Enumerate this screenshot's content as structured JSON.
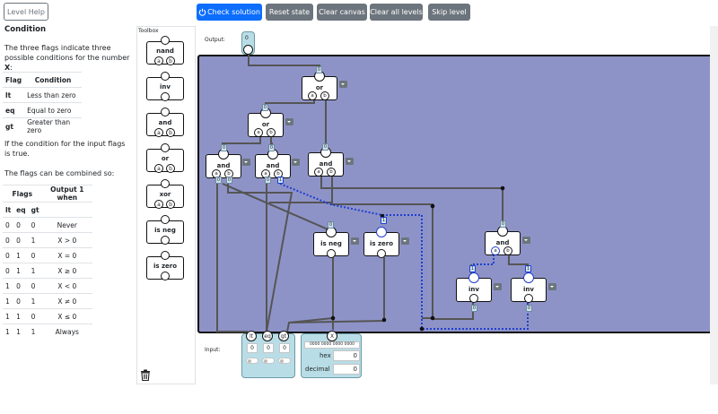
{
  "help": {
    "level_help_label": "Level Help",
    "heading": "Condition",
    "intro_part1": "The three flags indicate three possible conditions for the number ",
    "intro_var": "X",
    "intro_end": ":",
    "flag_table": {
      "headers": [
        "Flag",
        "Condition"
      ],
      "rows": [
        [
          "lt",
          "Less than zero"
        ],
        [
          "eq",
          "Equal to zero"
        ],
        [
          "gt",
          "Greater than zero"
        ]
      ]
    },
    "p2": "If the condition for the input flags is true.",
    "p3": "The flags can be combined so:",
    "combo_table": {
      "headers": [
        "Flags",
        "Output 1 when"
      ],
      "subheaders": [
        "lt",
        "eq",
        "gt"
      ],
      "rows": [
        [
          "0",
          "0",
          "0",
          "Never"
        ],
        [
          "0",
          "0",
          "1",
          "X > 0"
        ],
        [
          "0",
          "1",
          "0",
          "X = 0"
        ],
        [
          "0",
          "1",
          "1",
          "X ≥ 0"
        ],
        [
          "1",
          "0",
          "0",
          "X < 0"
        ],
        [
          "1",
          "0",
          "1",
          "X ≠ 0"
        ],
        [
          "1",
          "1",
          "0",
          "X ≤ 0"
        ],
        [
          "1",
          "1",
          "1",
          "Always"
        ]
      ]
    }
  },
  "toolbar": {
    "check_label": "Check solution",
    "reset_label": "Reset state",
    "clear_canvas_label": "Clear canvas",
    "clear_levels_label": "Clear all levels",
    "skip_label": "Skip level"
  },
  "toolbox": {
    "title": "Toolbox",
    "items": [
      {
        "label": "nand",
        "pins": [
          "a",
          "b"
        ]
      },
      {
        "label": "inv",
        "pins": []
      },
      {
        "label": "and",
        "pins": [
          "a",
          "b"
        ]
      },
      {
        "label": "or",
        "pins": [
          "a",
          "b"
        ]
      },
      {
        "label": "xor",
        "pins": [
          "a",
          "b"
        ]
      },
      {
        "label": "is neg",
        "pins": []
      },
      {
        "label": "is zero",
        "pins": []
      }
    ]
  },
  "canvas": {
    "output_label": "Output:",
    "input_label": "Input:",
    "output_value": "0",
    "gates": [
      {
        "label": "or",
        "pins": [
          "a",
          "b"
        ]
      },
      {
        "label": "or",
        "pins": [
          "a",
          "b"
        ]
      },
      {
        "label": "and",
        "pins": [
          "a",
          "b"
        ]
      },
      {
        "label": "and",
        "pins": [
          "a",
          "b"
        ]
      },
      {
        "label": "and",
        "pins": [
          "a",
          "b"
        ]
      },
      {
        "label": "is neg",
        "pins": []
      },
      {
        "label": "is zero",
        "pins": []
      },
      {
        "label": "and",
        "pins": [
          "a",
          "b"
        ]
      },
      {
        "label": "inv",
        "pins": []
      },
      {
        "label": "inv",
        "pins": []
      }
    ],
    "wire_value": "0",
    "wire_value_active": "1",
    "inputs": {
      "flags": [
        {
          "name": "lt",
          "value": "0"
        },
        {
          "name": "eq",
          "value": "0"
        },
        {
          "name": "gt",
          "value": "0"
        }
      ],
      "x": {
        "name": "X",
        "bits": "0000 0000 0000 0000",
        "hex_label": "hex",
        "hex_value": "0",
        "decimal_label": "decimal",
        "decimal_value": "0"
      }
    }
  },
  "colors": {
    "canvas_bg": "#8e93c7",
    "primary": "#0d6efd",
    "secondary": "#6c757d",
    "io_block": "#b9dde6",
    "active_wire": "#1f3fd0"
  },
  "icons": {
    "trash": "trash-icon",
    "dropdown": "caret-down-icon"
  }
}
